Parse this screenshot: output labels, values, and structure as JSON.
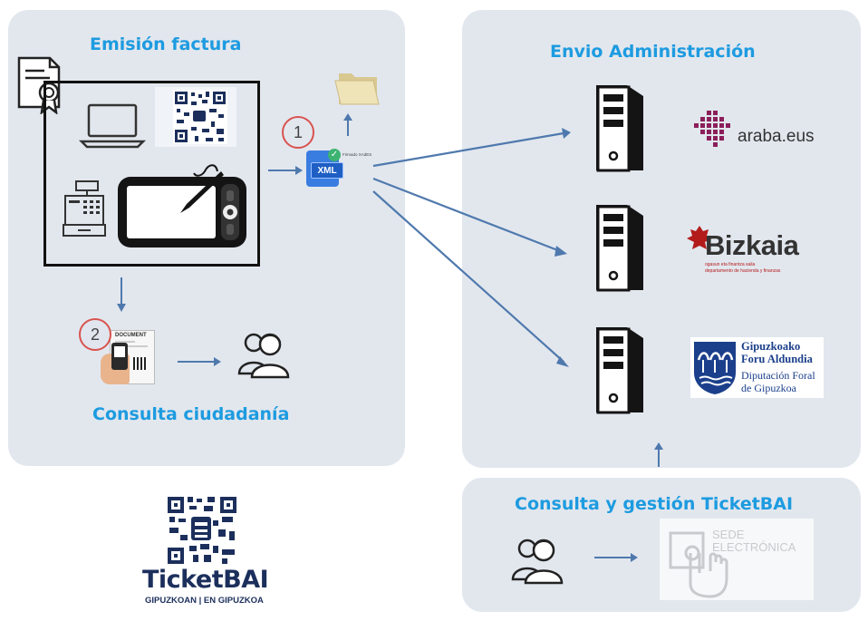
{
  "emision": {
    "title": "Emisión factura"
  },
  "consulta_ciudadania": {
    "title": "Consulta ciudadanía"
  },
  "envio": {
    "title": "Envio Administración"
  },
  "consulta_gestion": {
    "title": "Consulta y gestión TicketBAI"
  },
  "steps": [
    "1",
    "2"
  ],
  "xml_icon": {
    "label": "XML",
    "badge_text": "Firmado XAdES"
  },
  "document_label": "DOCUMENT",
  "admins": {
    "araba": {
      "name": "araba.eus"
    },
    "bizkaia": {
      "name": "Bizkaia",
      "sub1": "ogasun eta finantza saila",
      "sub2": "departamento de hacienda y finanzas"
    },
    "gipuzkoa": {
      "line1": "Gipuzkoako",
      "line2": "Foru Aldundia",
      "line3": "Diputación Foral",
      "line4": "de Gipuzkoa"
    }
  },
  "sede": {
    "line1": "SEDE",
    "line2": "ELECTRÓNICA"
  },
  "ticketbai": {
    "name": "TicketBAI",
    "region": "GIPUZKOAN | EN GIPUZKOA"
  },
  "colors": {
    "accent": "#1d9be0",
    "arrow": "#4f79ad",
    "panel": "#e2e7ee",
    "step_circle": "#d9534f"
  }
}
